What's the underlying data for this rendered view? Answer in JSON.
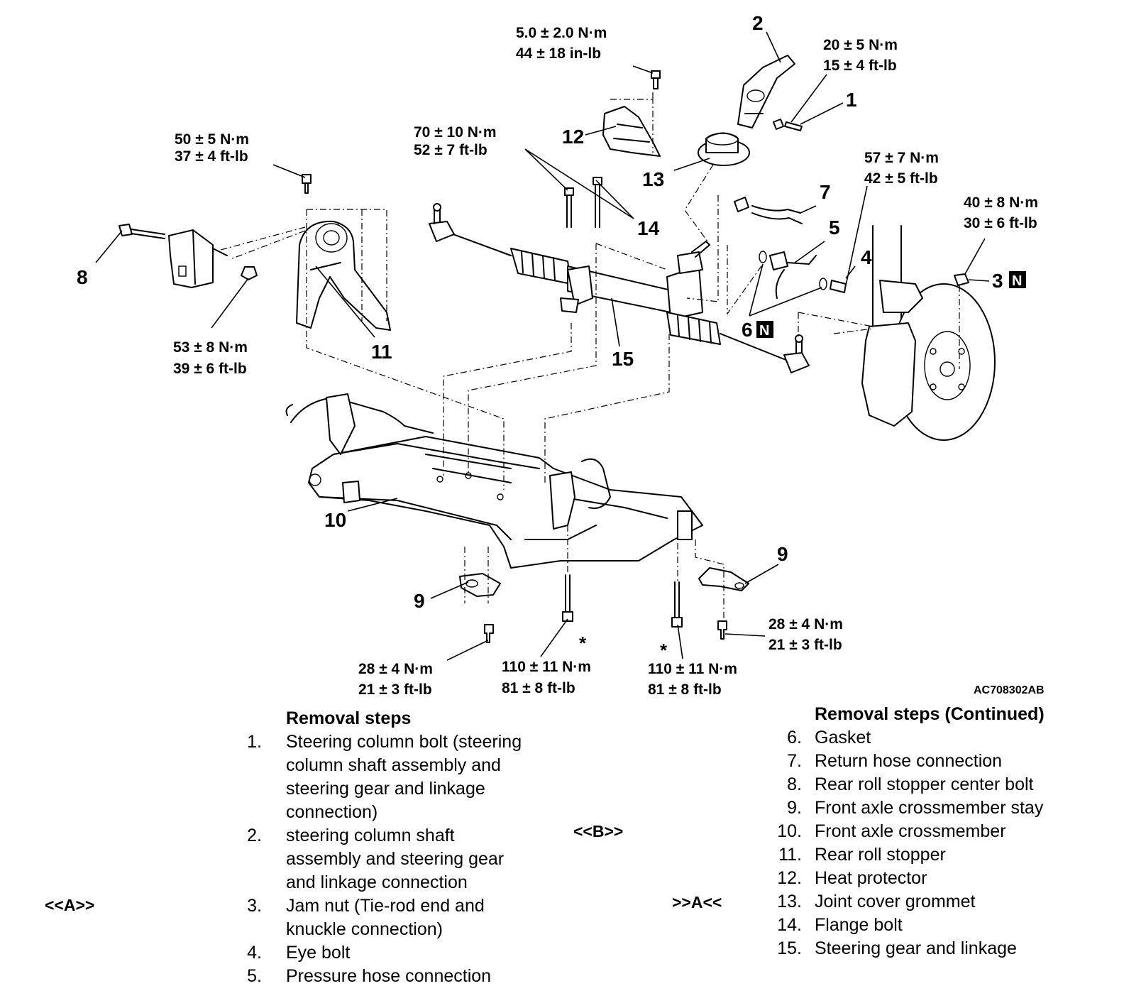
{
  "diagram": {
    "callouts": {
      "c1": "1",
      "c2": "2",
      "c3": "3",
      "c3_badge": "N",
      "c4": "4",
      "c5": "5",
      "c6": "6",
      "c6_badge": "N",
      "c7": "7",
      "c8": "8",
      "c9a": "9",
      "c9b": "9",
      "c10": "10",
      "c11": "11",
      "c12": "12",
      "c13": "13",
      "c14": "14",
      "c15": "15"
    },
    "torques": {
      "t_heat_a": "5.0 ± 2.0 N·m",
      "t_heat_b": "44 ± 18 in-lb",
      "t_col_a": "20 ± 5 N·m",
      "t_col_b": "15 ± 4 ft-lb",
      "t_flange_a": "70 ± 10 N·m",
      "t_flange_b": "52 ± 7 ft-lb",
      "t_rs_a": "50 ± 5 N·m",
      "t_rs_b": "37 ± 4 ft-lb",
      "t_eye_a": "57 ± 7 N·m",
      "t_eye_b": "42 ± 5 ft-lb",
      "t_jam_a": "40 ± 8 N·m",
      "t_jam_b": "30 ± 6 ft-lb",
      "t_nut_a": "53 ± 8 N·m",
      "t_nut_b": "39 ± 6 ft-lb",
      "t_stayL_a": "28 ± 4 N·m",
      "t_stayL_b": "21 ± 3 ft-lb",
      "t_cmL_a": "110 ± 11 N·m",
      "t_cmL_b": "81 ± 8 ft-lb",
      "t_cmR_a": "110 ± 11 N·m",
      "t_cmR_b": "81 ± 8 ft-lb",
      "t_stayR_a": "28 ± 4 N·m",
      "t_stayR_b": "21 ± 3 ft-lb"
    },
    "asterisk": "*",
    "figure_code": "AC708302AB"
  },
  "steps_left": {
    "title": "Removal steps",
    "items": [
      {
        "num": "1.",
        "lines": [
          "Steering column bolt (steering",
          "column shaft assembly and",
          "steering gear and linkage",
          "connection)"
        ]
      },
      {
        "num": "2.",
        "lines": [
          "steering column shaft",
          "assembly and steering gear",
          "and linkage connection"
        ]
      },
      {
        "num": "3.",
        "lines": [
          "Jam nut (Tie-rod end and",
          "knuckle connection)"
        ]
      },
      {
        "num": "4.",
        "lines": [
          "Eye bolt"
        ]
      },
      {
        "num": "5.",
        "lines": [
          "Pressure hose connection"
        ]
      }
    ],
    "marker_a": "<<A>>"
  },
  "steps_right": {
    "title": "Removal steps (Continued)",
    "items": [
      {
        "num": "6.",
        "text": "Gasket"
      },
      {
        "num": "7.",
        "text": "Return hose connection"
      },
      {
        "num": "8.",
        "text": "Rear roll stopper center bolt"
      },
      {
        "num": "9.",
        "text": "Front axle crossmember stay"
      },
      {
        "num": "10.",
        "text": "Front axle crossmember"
      },
      {
        "num": "11.",
        "text": "Rear roll stopper"
      },
      {
        "num": "12.",
        "text": "Heat protector"
      },
      {
        "num": "13.",
        "text": "Joint cover grommet"
      },
      {
        "num": "14.",
        "text": "Flange bolt"
      },
      {
        "num": "15.",
        "text": "Steering gear and linkage"
      }
    ],
    "marker_b": "<<B>>",
    "marker_a_install": ">>A<<"
  }
}
